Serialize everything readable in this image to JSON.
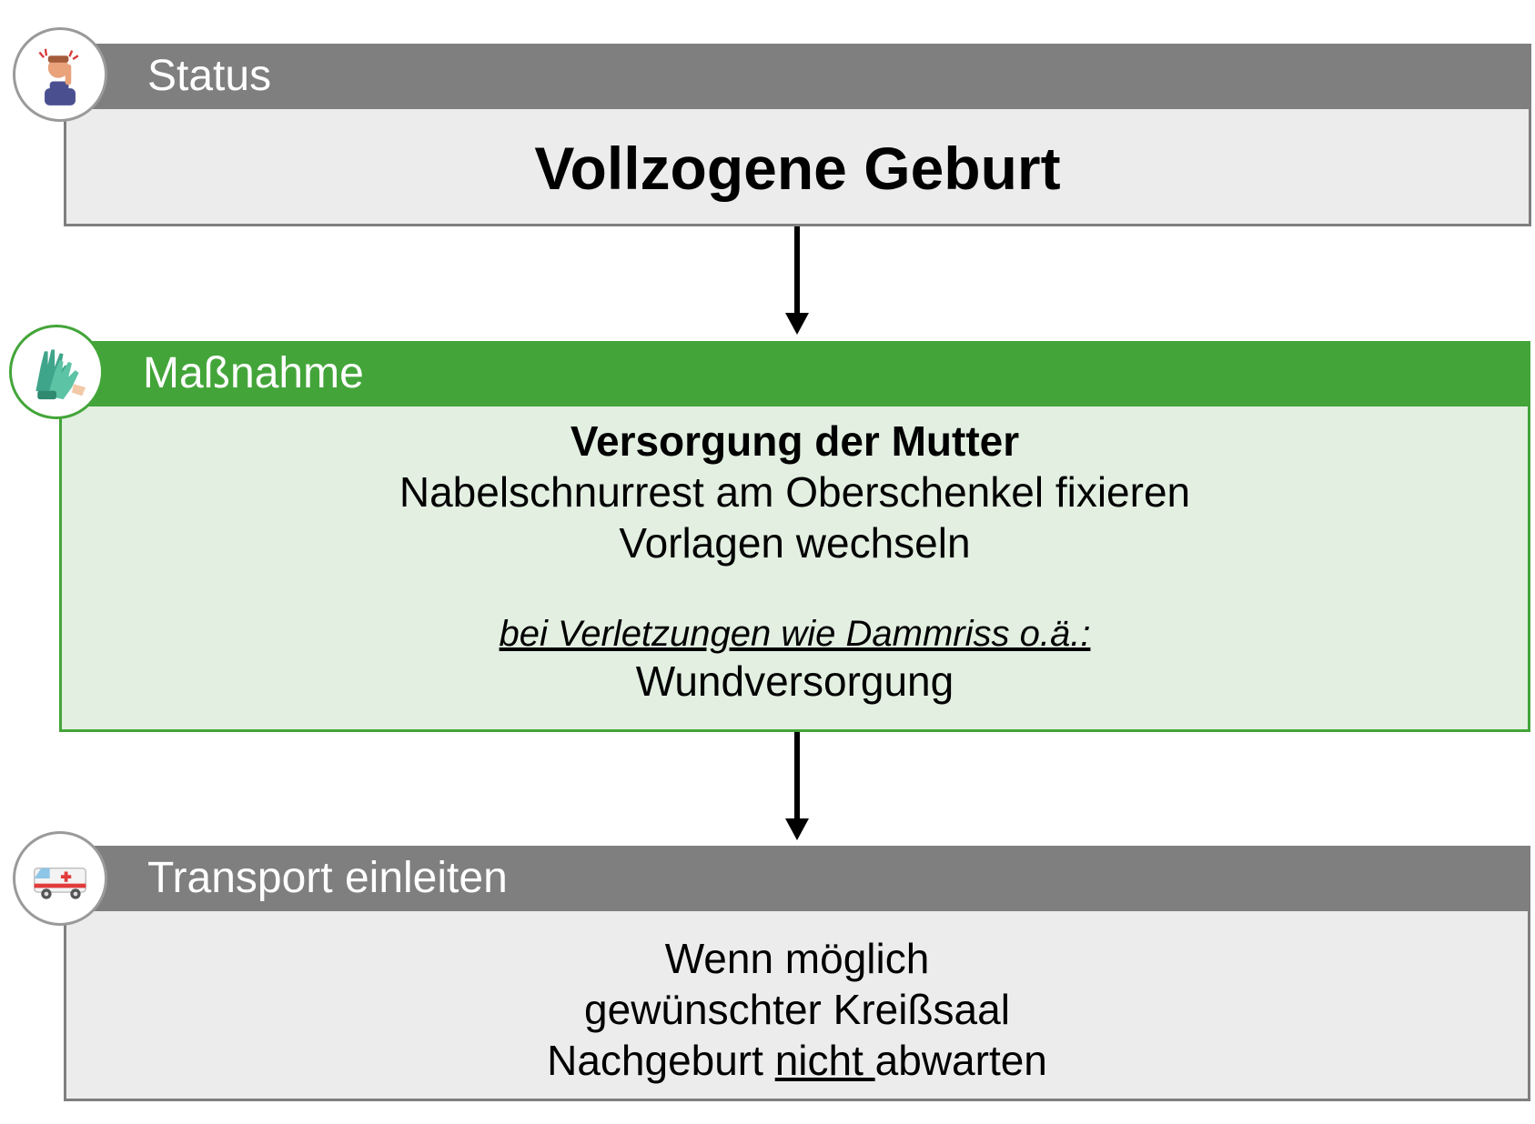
{
  "status": {
    "header": "Status",
    "icon": "person-headache-icon",
    "title": "Vollzogene Geburt"
  },
  "massnahme": {
    "header": "Maßnahme",
    "icon": "medical-gloves-icon",
    "title": "Versorgung der Mutter",
    "line1": "Nabelschnurrest am Oberschenkel fixieren",
    "line2": "Vorlagen wechseln",
    "condition": "bei Verletzungen wie Dammriss o.ä.:",
    "line3": "Wundversorgung"
  },
  "transport": {
    "header": "Transport einleiten",
    "icon": "ambulance-icon",
    "line1": "Wenn möglich",
    "line2": "gewünschter Kreißsaal",
    "line3_a": "Nachgeburt ",
    "line3_b": "nicht ",
    "line3_c": "abwarten"
  },
  "colors": {
    "gray_header": "#7f7f7f",
    "gray_box": "#ececec",
    "green_header": "#43a539",
    "green_box": "#e2efe1"
  }
}
